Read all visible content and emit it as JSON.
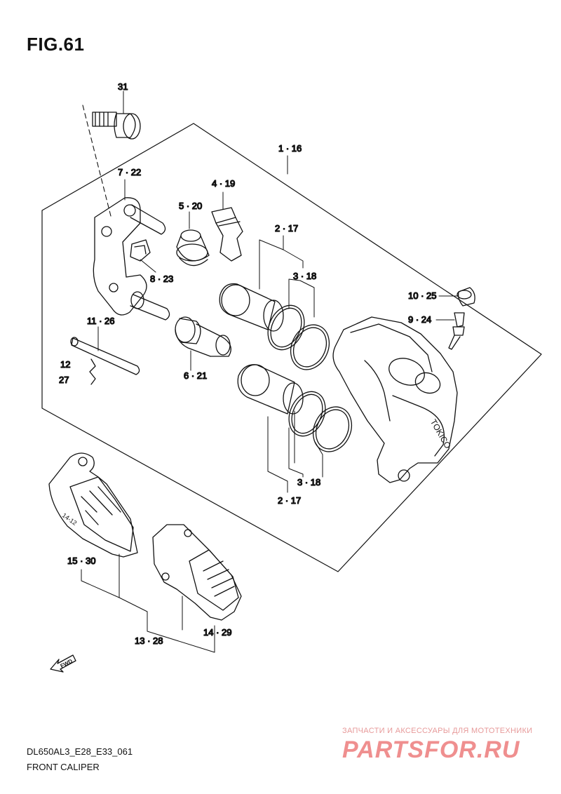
{
  "figure": {
    "title": "FIG.61",
    "code": "DL650AL3_E28_E33_061",
    "caption": "FRONT CALIPER"
  },
  "callouts": {
    "c31": "31",
    "c1_16": "1 · 16",
    "c7_22": "7 · 22",
    "c4_19": "4 · 19",
    "c5_20": "5 · 20",
    "c2_17_top": "2 · 17",
    "c3_18_top": "3 · 18",
    "c8_23": "8 · 23",
    "c10_25": "10 · 25",
    "c9_24": "9 · 24",
    "c11_26": "11 · 26",
    "c12": "12",
    "c27": "27",
    "c6_21": "6 · 21",
    "c3_18_bot": "3 · 18",
    "c2_17_bot": "2 · 17",
    "c15_30": "15 · 30",
    "c14_29": "14 · 29",
    "c13_28": "13 · 28"
  },
  "part_markings": {
    "caliper_brand": "TOKICO",
    "pad_marking": "14-12",
    "fwd_arrow": "FWD"
  },
  "watermark": {
    "tagline": "ЗАПЧАСТИ И АКСЕССУАРЫ ДЛЯ МОТОТЕХНИКИ",
    "logo": "PARTSFOR.RU"
  }
}
